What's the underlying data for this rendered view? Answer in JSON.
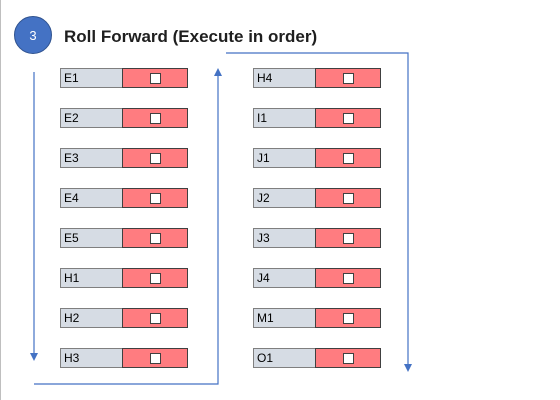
{
  "step_number": "3",
  "title": "Roll Forward (Execute in order)",
  "colors": {
    "badge": "#4472c4",
    "label_fill": "#d6dce4",
    "status_fill": "#ff7c80",
    "arrow": "#4472c4"
  },
  "left_column": [
    {
      "label": "E1",
      "checked": false
    },
    {
      "label": "E2",
      "checked": false
    },
    {
      "label": "E3",
      "checked": false
    },
    {
      "label": "E4",
      "checked": false
    },
    {
      "label": "E5",
      "checked": false
    },
    {
      "label": "H1",
      "checked": false
    },
    {
      "label": "H2",
      "checked": false
    },
    {
      "label": "H3",
      "checked": false
    }
  ],
  "right_column": [
    {
      "label": "H4",
      "checked": false
    },
    {
      "label": "I1",
      "checked": false
    },
    {
      "label": "J1",
      "checked": false
    },
    {
      "label": "J2",
      "checked": false
    },
    {
      "label": "J3",
      "checked": false
    },
    {
      "label": "J4",
      "checked": false
    },
    {
      "label": "M1",
      "checked": false
    },
    {
      "label": "O1",
      "checked": false
    }
  ]
}
